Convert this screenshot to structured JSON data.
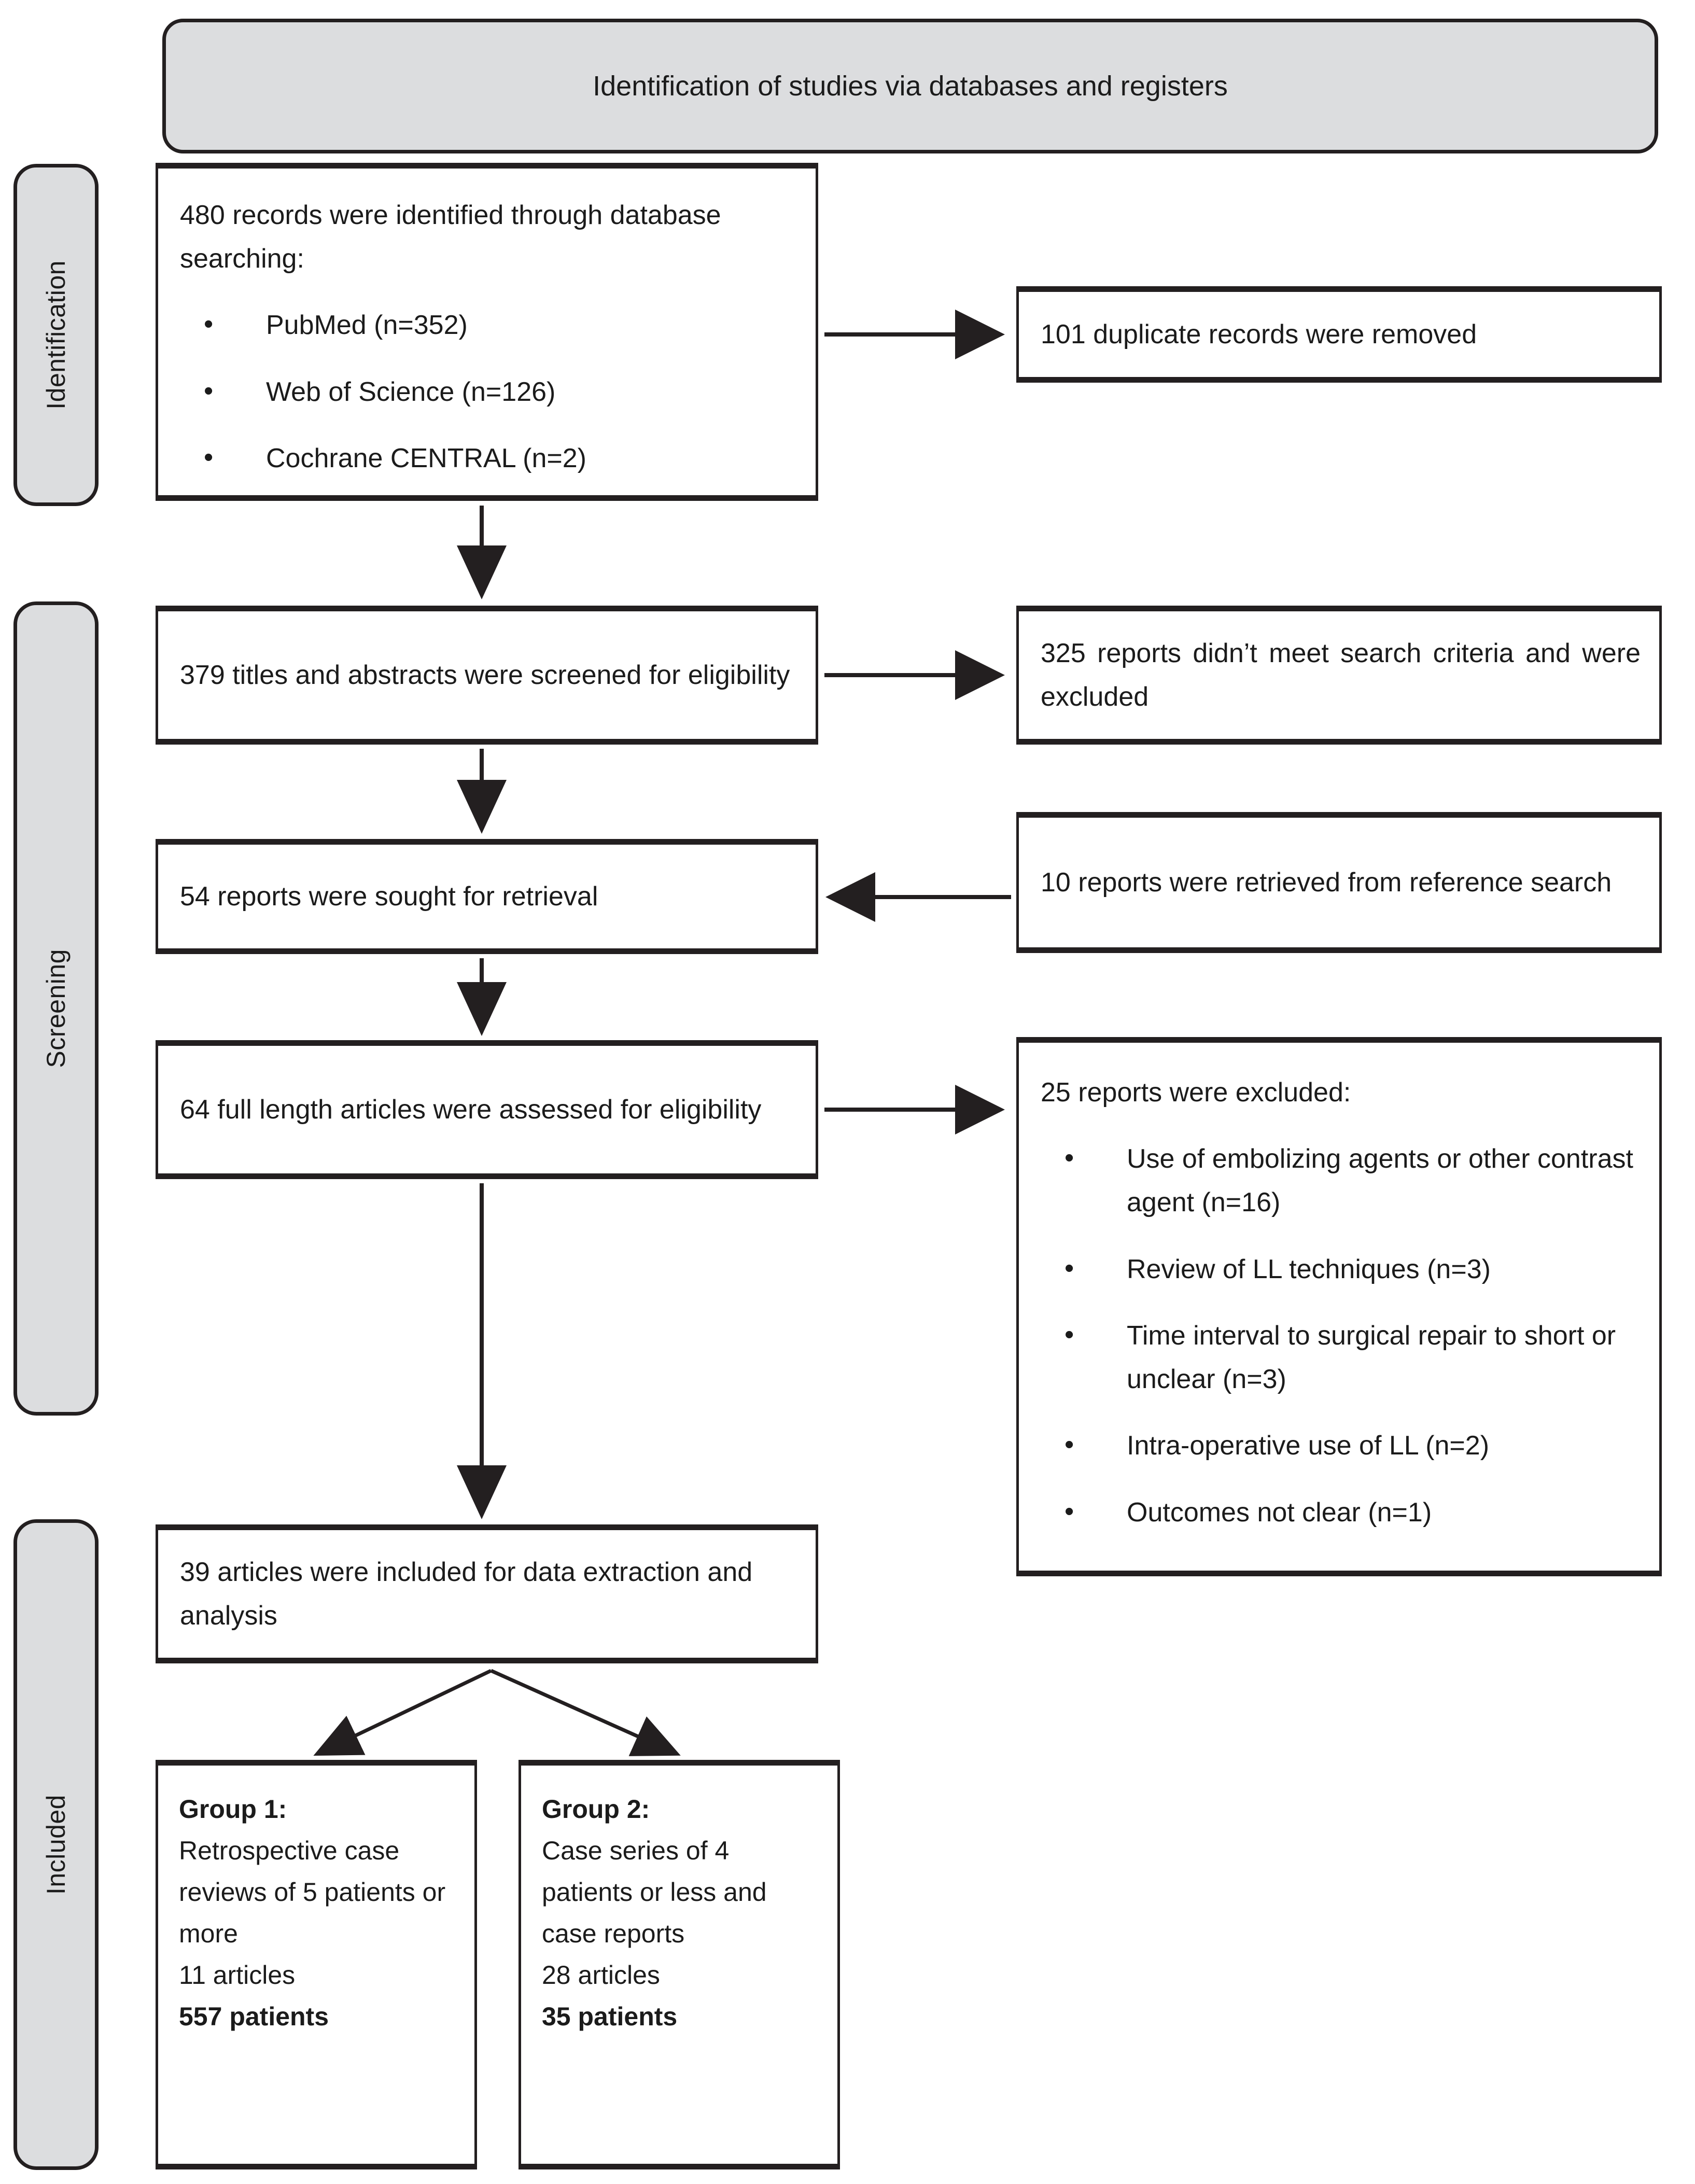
{
  "banner": {
    "title": "Identification of studies via databases and registers"
  },
  "stages": [
    {
      "id": "identification",
      "label": "Identification"
    },
    {
      "id": "screening",
      "label": "Screening"
    },
    {
      "id": "included",
      "label": "Included"
    }
  ],
  "boxes": {
    "records_identified": {
      "heading": "480 records were identified through database searching:",
      "bullets": [
        "PubMed (n=352)",
        "Web of Science (n=126)",
        "Cochrane CENTRAL (n=2)"
      ]
    },
    "duplicates_removed": {
      "text": "101 duplicate records were removed"
    },
    "titles_screened": {
      "text": "379 titles and abstracts were screened for eligibility"
    },
    "reports_excluded_criteria": {
      "text": "325 reports didn’t meet search criteria and were excluded"
    },
    "reports_sought": {
      "text": "54 reports were sought for retrieval"
    },
    "reports_from_reference_search": {
      "text": "10 reports were retrieved from reference search"
    },
    "full_length_assessed": {
      "text": "64 full length articles were assessed for eligibility"
    },
    "reports_excluded": {
      "heading": "25 reports were excluded:",
      "bullets": [
        "Use of embolizing agents or other contrast agent (n=16)",
        "Review of LL techniques (n=3)",
        "Time interval to surgical repair to short or unclear (n=3)",
        "Intra-operative use of LL (n=2)",
        "Outcomes not clear (n=1)"
      ]
    },
    "articles_included": {
      "text": "39 articles were included for data extraction and analysis"
    },
    "group1": {
      "title": "Group 1:",
      "description": "Retrospective case reviews of 5 patients or more",
      "articles": "11 articles",
      "patients": "557 patients"
    },
    "group2": {
      "title": "Group 2:",
      "description": "Case series of 4 patients or less and case reports",
      "articles": "28 articles",
      "patients": "35 patients"
    }
  },
  "colors": {
    "stage_fill": "#dcdddf",
    "stroke": "#231f20",
    "box_fill": "#ffffff",
    "text": "#1b1b1b"
  }
}
